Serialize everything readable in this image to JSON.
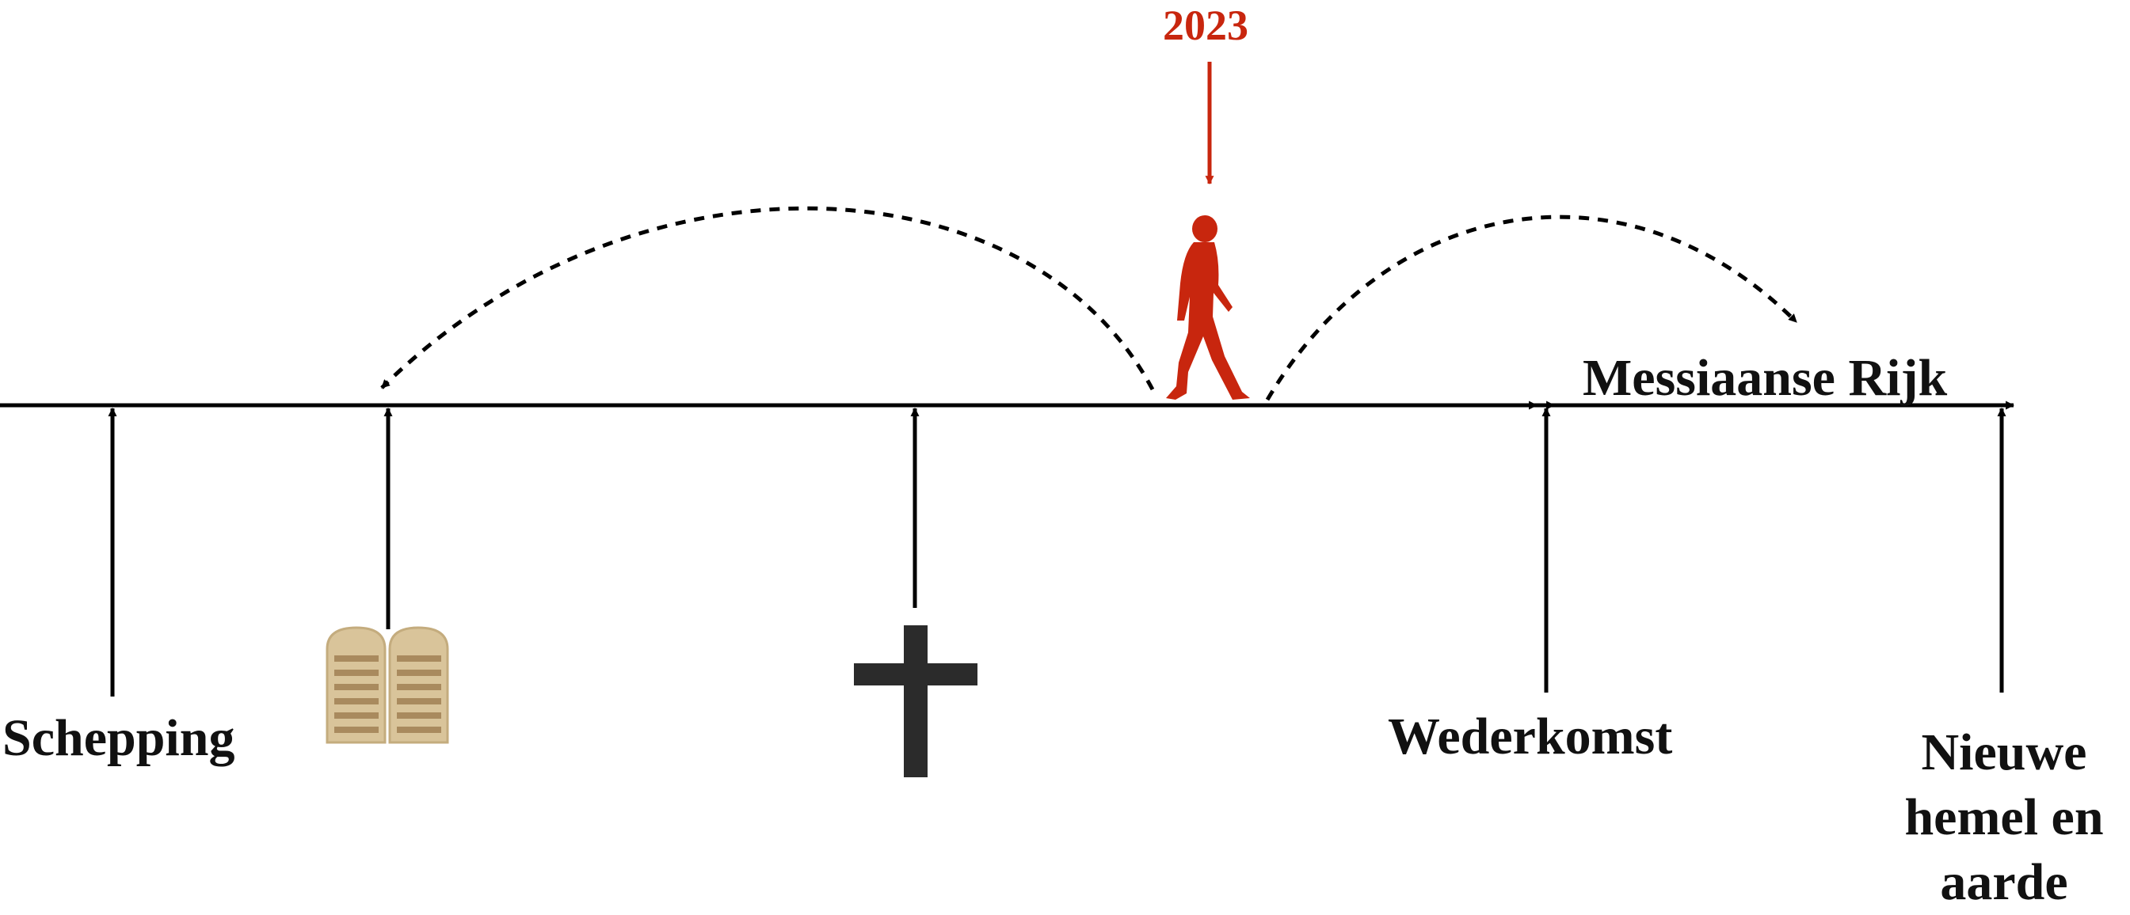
{
  "colors": {
    "line": "#000000",
    "accent": "#c8260e",
    "text": "#111111",
    "cross": "#2b2b2b",
    "tablets": "#d9c49a"
  },
  "icons": {
    "walker": "walking-person-icon",
    "tablets": "stone-tablets-icon",
    "cross": "cross-icon"
  },
  "marker": {
    "year": "2023"
  },
  "labels": {
    "creation": "Schepping",
    "return": "Wederkomst",
    "kingdom": "Messiaanse Rijk",
    "new_world": "Nieuwe hemel en aarde"
  }
}
